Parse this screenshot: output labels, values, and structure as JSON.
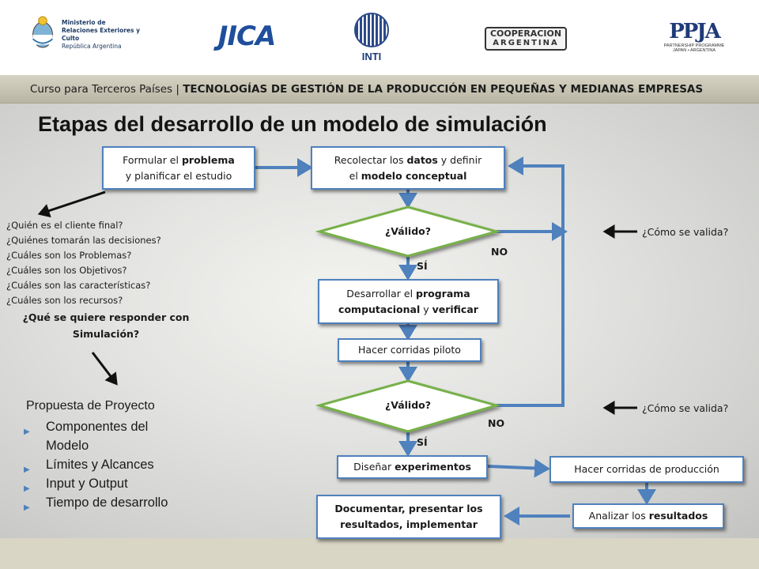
{
  "logos": {
    "ministerio": [
      "Ministerio de",
      "Relaciones Exteriores y Culto",
      "República Argentina"
    ],
    "jica": "JICA",
    "inti": "INTI",
    "cooperacion": [
      "COOPERACION",
      "ARGENTINA"
    ],
    "ppja": [
      "PPJA",
      "PARTNERSHIP PROGRAMME",
      "JAPAN • ARGENTINA"
    ]
  },
  "banner": {
    "prefix": "Curso para Terceros Países |",
    "title": "TECNOLOGÍAS DE GESTIÓN DE LA PRODUCCIÓN EN PEQUEÑAS Y MEDIANAS EMPRESAS"
  },
  "title": "Etapas del desarrollo de un modelo de simulación",
  "flow": {
    "formular": [
      "Formular el ",
      "problema",
      "y planificar el estudio"
    ],
    "recolectar": [
      "Recolectar los ",
      "datos",
      " y definir",
      "el ",
      "modelo conceptual"
    ],
    "valido1": "¿Válido?",
    "no1": "NO",
    "si1": "SÍ",
    "desarrollar": [
      "Desarrollar el ",
      "programa",
      "computacional",
      " y ",
      "verificar"
    ],
    "piloto": "Hacer corridas piloto",
    "valido2": "¿Válido?",
    "no2": "NO",
    "si2": "SÍ",
    "disenar": [
      "Diseñar ",
      "experimentos"
    ],
    "produccion": "Hacer corridas de producción",
    "analizar": [
      "Analizar los ",
      "resultados"
    ],
    "documentar": [
      "Documentar, presentar los",
      "resultados, implementar"
    ]
  },
  "como_valida_1": "¿Cómo se valida?",
  "como_valida_2": "¿Cómo se valida?",
  "questions": [
    "¿Quién es el cliente final?",
    "¿Quiénes tomarán las decisiones?",
    "¿Cuáles son los Problemas?",
    "¿Cuáles son los Objetivos?",
    "¿Cuáles son las características?",
    "¿Cuáles son los recursos?"
  ],
  "question_bold": [
    "¿Qué se quiere responder con",
    "Simulación?"
  ],
  "propuesta": {
    "title": "Propuesta de Proyecto",
    "items": [
      "Componentes del",
      "Modelo",
      "Límites y Alcances",
      "Input y Output",
      "Tiempo de desarrollo"
    ]
  },
  "colors": {
    "box_border": "#4f81bd",
    "arrow": "#4f81bd",
    "diamond": "#77b04a",
    "black_arrow": "#111111"
  }
}
